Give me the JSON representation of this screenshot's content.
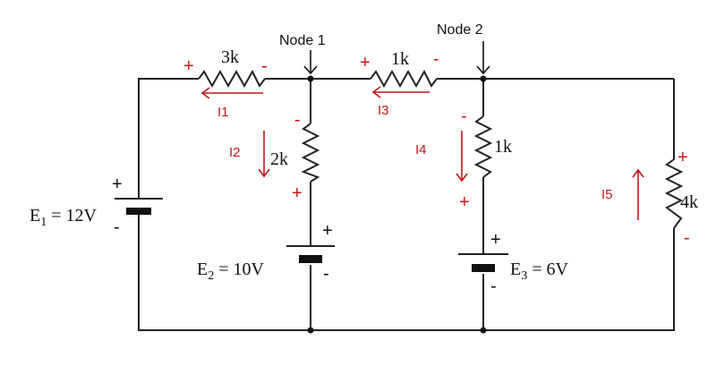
{
  "nodes": {
    "node1": "Node 1",
    "node2": "Node 2"
  },
  "resistors": {
    "r_top_left": "3k",
    "r_top_right": "1k",
    "r_mid_left": "2k",
    "r_mid_right": "1k",
    "r_far_right": "4k"
  },
  "sources": {
    "e1_main": "E",
    "e1_sub": "1",
    "e1_val": " = 12V",
    "e2_main": "E",
    "e2_sub": "2",
    "e2_val": " = 10V",
    "e3_main": "E",
    "e3_sub": "3",
    "e3_val": " = 6V"
  },
  "currents": {
    "i1": "I1",
    "i2": "I2",
    "i3": "I3",
    "i4": "I4",
    "i5": "I5"
  },
  "signs": {
    "plus": "+",
    "minus": "-"
  },
  "colors": {
    "wire": "#222222",
    "annotation": "#c0171b"
  }
}
